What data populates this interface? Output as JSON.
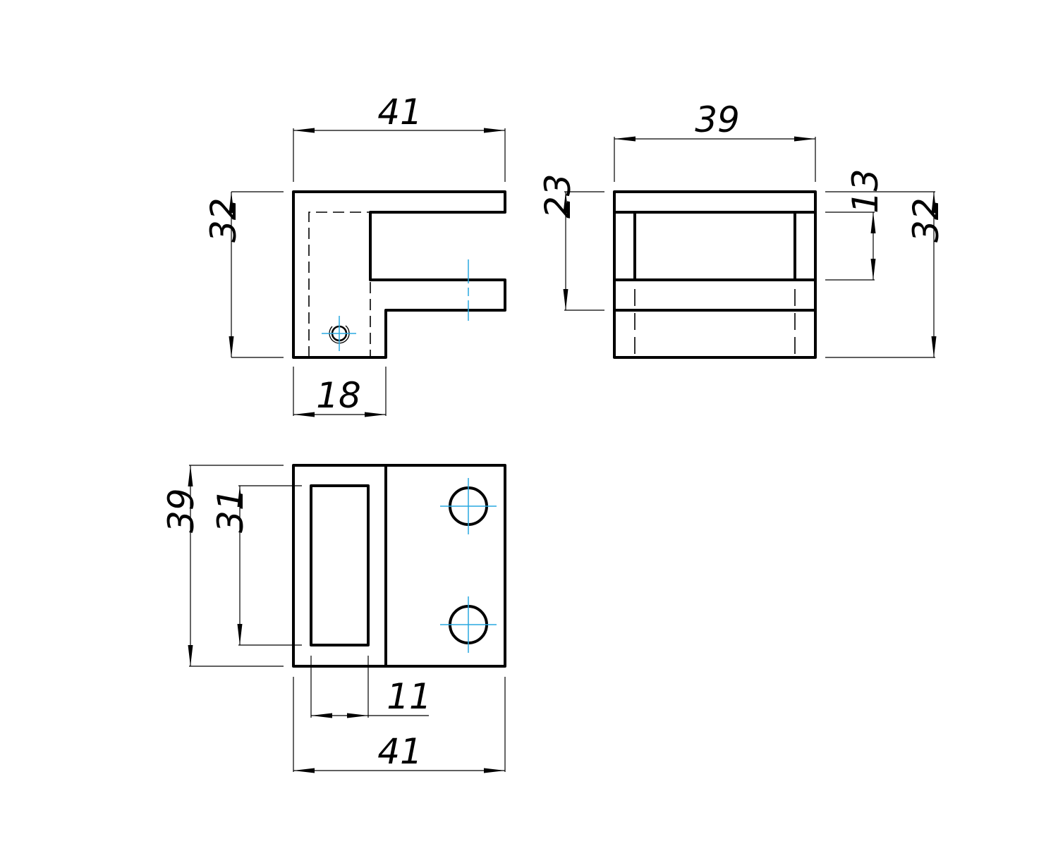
{
  "drawing": {
    "front_view": {
      "width_dim": "41",
      "height_dim": "32",
      "leg_dim": "18"
    },
    "side_view": {
      "width_dim": "39",
      "slot_dim": "23",
      "inner_dim": "13",
      "height_dim": "32"
    },
    "top_view": {
      "depth_dim": "39",
      "pocket_length_dim": "31",
      "pocket_width_dim": "11",
      "width_dim": "41"
    },
    "colors": {
      "outline": "#000000",
      "centerline": "#29a8e0"
    }
  }
}
